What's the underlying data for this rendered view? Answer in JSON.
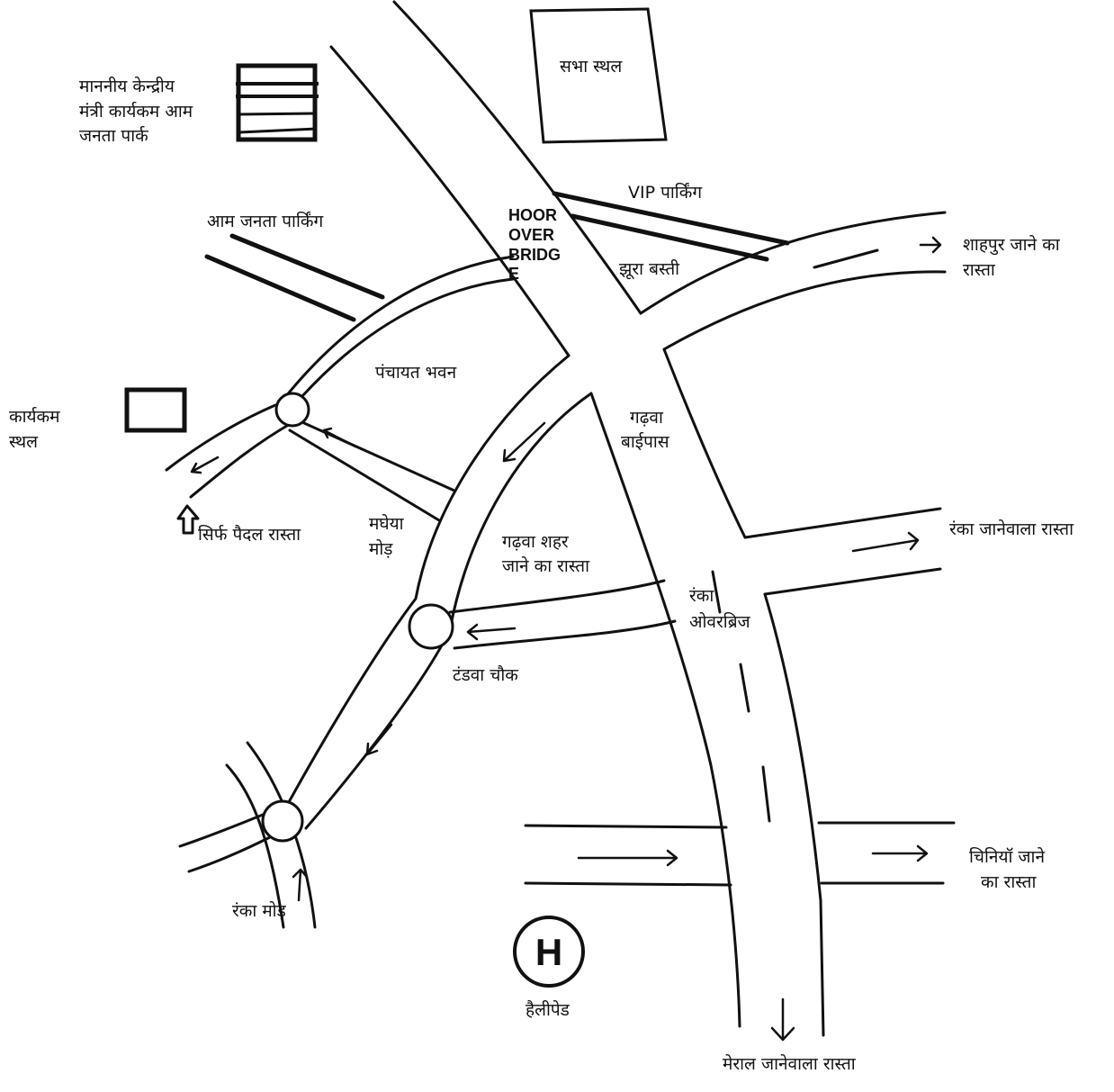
{
  "map": {
    "labels": {
      "park": [
        "माननीय केन्द्रीय",
        "मंत्री कार्यकम आम",
        "जनता पार्क"
      ],
      "sabha_sthal": "सभा स्थल",
      "vip_parking": "VIP पार्किंग",
      "aam_janta_parking": "आम जनता पार्किंग",
      "overbridge": [
        "HOOR",
        "OVER",
        "BRIDG",
        "E"
      ],
      "jhura_basti": "झूरा बस्ती",
      "shahpur_road": [
        "शाहपुर जाने का",
        "रास्ता"
      ],
      "panchayat_bhavan": "पंचायत भवन",
      "karyakram_sthal": [
        "कार्यकम",
        "स्थल"
      ],
      "garhwa_bypass": [
        "गढ़वा",
        "बाईपास"
      ],
      "sirf_paidal": "सिर्फ पैदल रास्ता",
      "madhheya_mor": [
        "मघेया",
        "मोड़"
      ],
      "garhwa_shahar": [
        "गढ़वा शहर",
        "जाने का रास्ता"
      ],
      "ranka_road": "रंका जानेवाला रास्ता",
      "ranka_overbridge": [
        "रंका",
        "ओवरब्रिज"
      ],
      "tandwa_chowk": "टंडवा चौक",
      "chiniyan_road": [
        "चिनियॉ जाने",
        "का रास्ता"
      ],
      "ranka_mor": "रंका मोड़",
      "helipad_symbol": "H",
      "helipad": "हैलीपेड",
      "meral_road": "मेराल जानेवाला रास्ता"
    },
    "colors": {
      "ink": "#111111",
      "paper": "#ffffff"
    }
  }
}
